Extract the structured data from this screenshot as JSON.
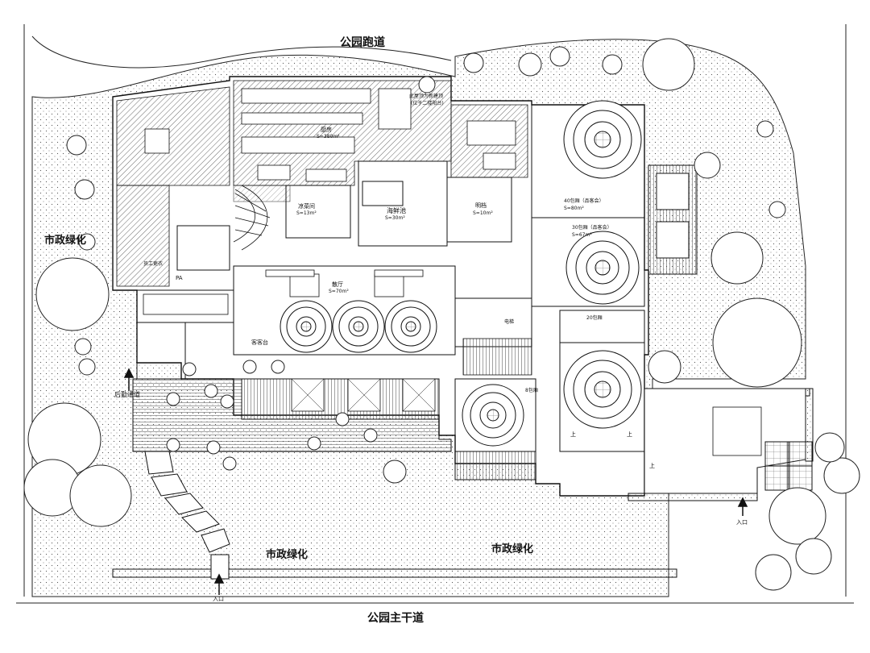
{
  "labels": {
    "park_track": "公园跑道",
    "park_main_road": "公园主干道",
    "municipal_green_left": "市政绿化",
    "municipal_green_bottom_left": "市政绿化",
    "municipal_green_bottom_right": "市政绿化",
    "back_service_road": "后勤通道",
    "entrance_bottom": "入口",
    "entrance_right": "入口",
    "top_note_line1": "此屋顶为新建顶",
    "top_note_line2": "(位于二楼阳台)",
    "kitchen": "厨房",
    "kitchen_area": "S=380m²",
    "cold_dish": "凉菜间",
    "cold_dish_area": "S=13m²",
    "seafood_pool": "海鲜池",
    "seafood_area": "S=30m²",
    "bar": "明档",
    "bar_area": "S=10m²",
    "hall": "散厅",
    "hall_area": "S=70m²",
    "reception": "客客台",
    "room_40": "40包厢（品客会）",
    "room_40_area": "S=80m²",
    "room_30": "30包厢（品客会）",
    "room_30_area": "S=67m²",
    "room_20": "20包厢",
    "room_8": "8包厢",
    "elevator": "电梯",
    "staff_room": "员工更衣",
    "pa": "PA",
    "up_1": "上",
    "up_2": "上",
    "up_3": "上"
  },
  "colors": {
    "line": "#1a1a1a",
    "paper": "#ffffff",
    "tree_fill": "#ffffff",
    "hatch": "#555555"
  },
  "icons": {
    "north_arrow": "arrow-up-icon",
    "tree": "tree-icon",
    "round_table": "round-table-icon",
    "square_table": "square-table-icon"
  }
}
